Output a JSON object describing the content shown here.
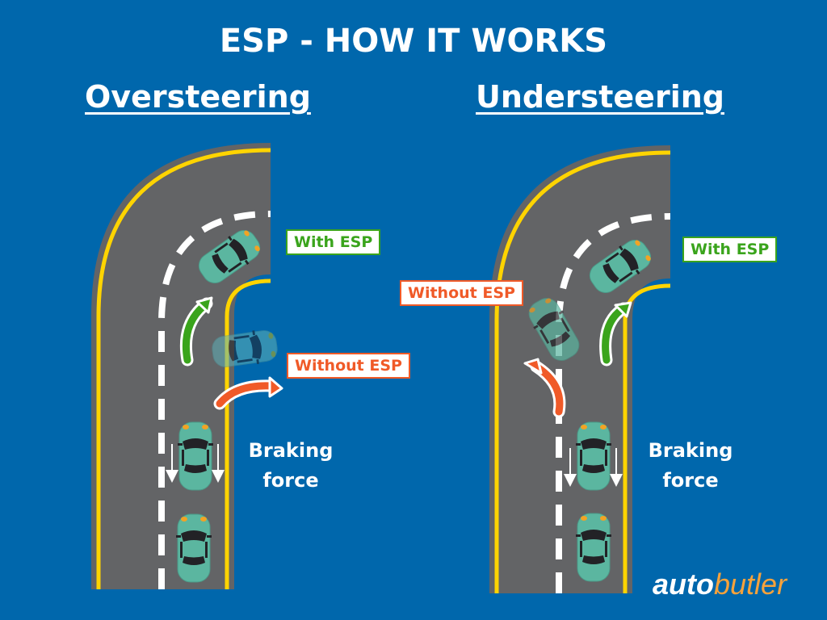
{
  "title": "ESP - HOW IT WORKS",
  "panels": {
    "left": {
      "heading": "Oversteering",
      "with_esp_label": "With ESP",
      "without_esp_label": "Without ESP",
      "braking_label_line1": "Braking",
      "braking_label_line2": "force"
    },
    "right": {
      "heading": "Understeering",
      "with_esp_label": "With ESP",
      "without_esp_label": "Without ESP",
      "braking_label_line1": "Braking",
      "braking_label_line2": "force"
    }
  },
  "logo": {
    "part1": "auto",
    "part2": "butler"
  },
  "colors": {
    "background": "#0067ac",
    "road": "#636466",
    "road_edge": "#ffd400",
    "lane_marking": "#ffffff",
    "car": "#5bb6a0",
    "with_esp": "#3aa41c",
    "without_esp": "#f05a28",
    "logo_accent": "#f7a23b"
  }
}
